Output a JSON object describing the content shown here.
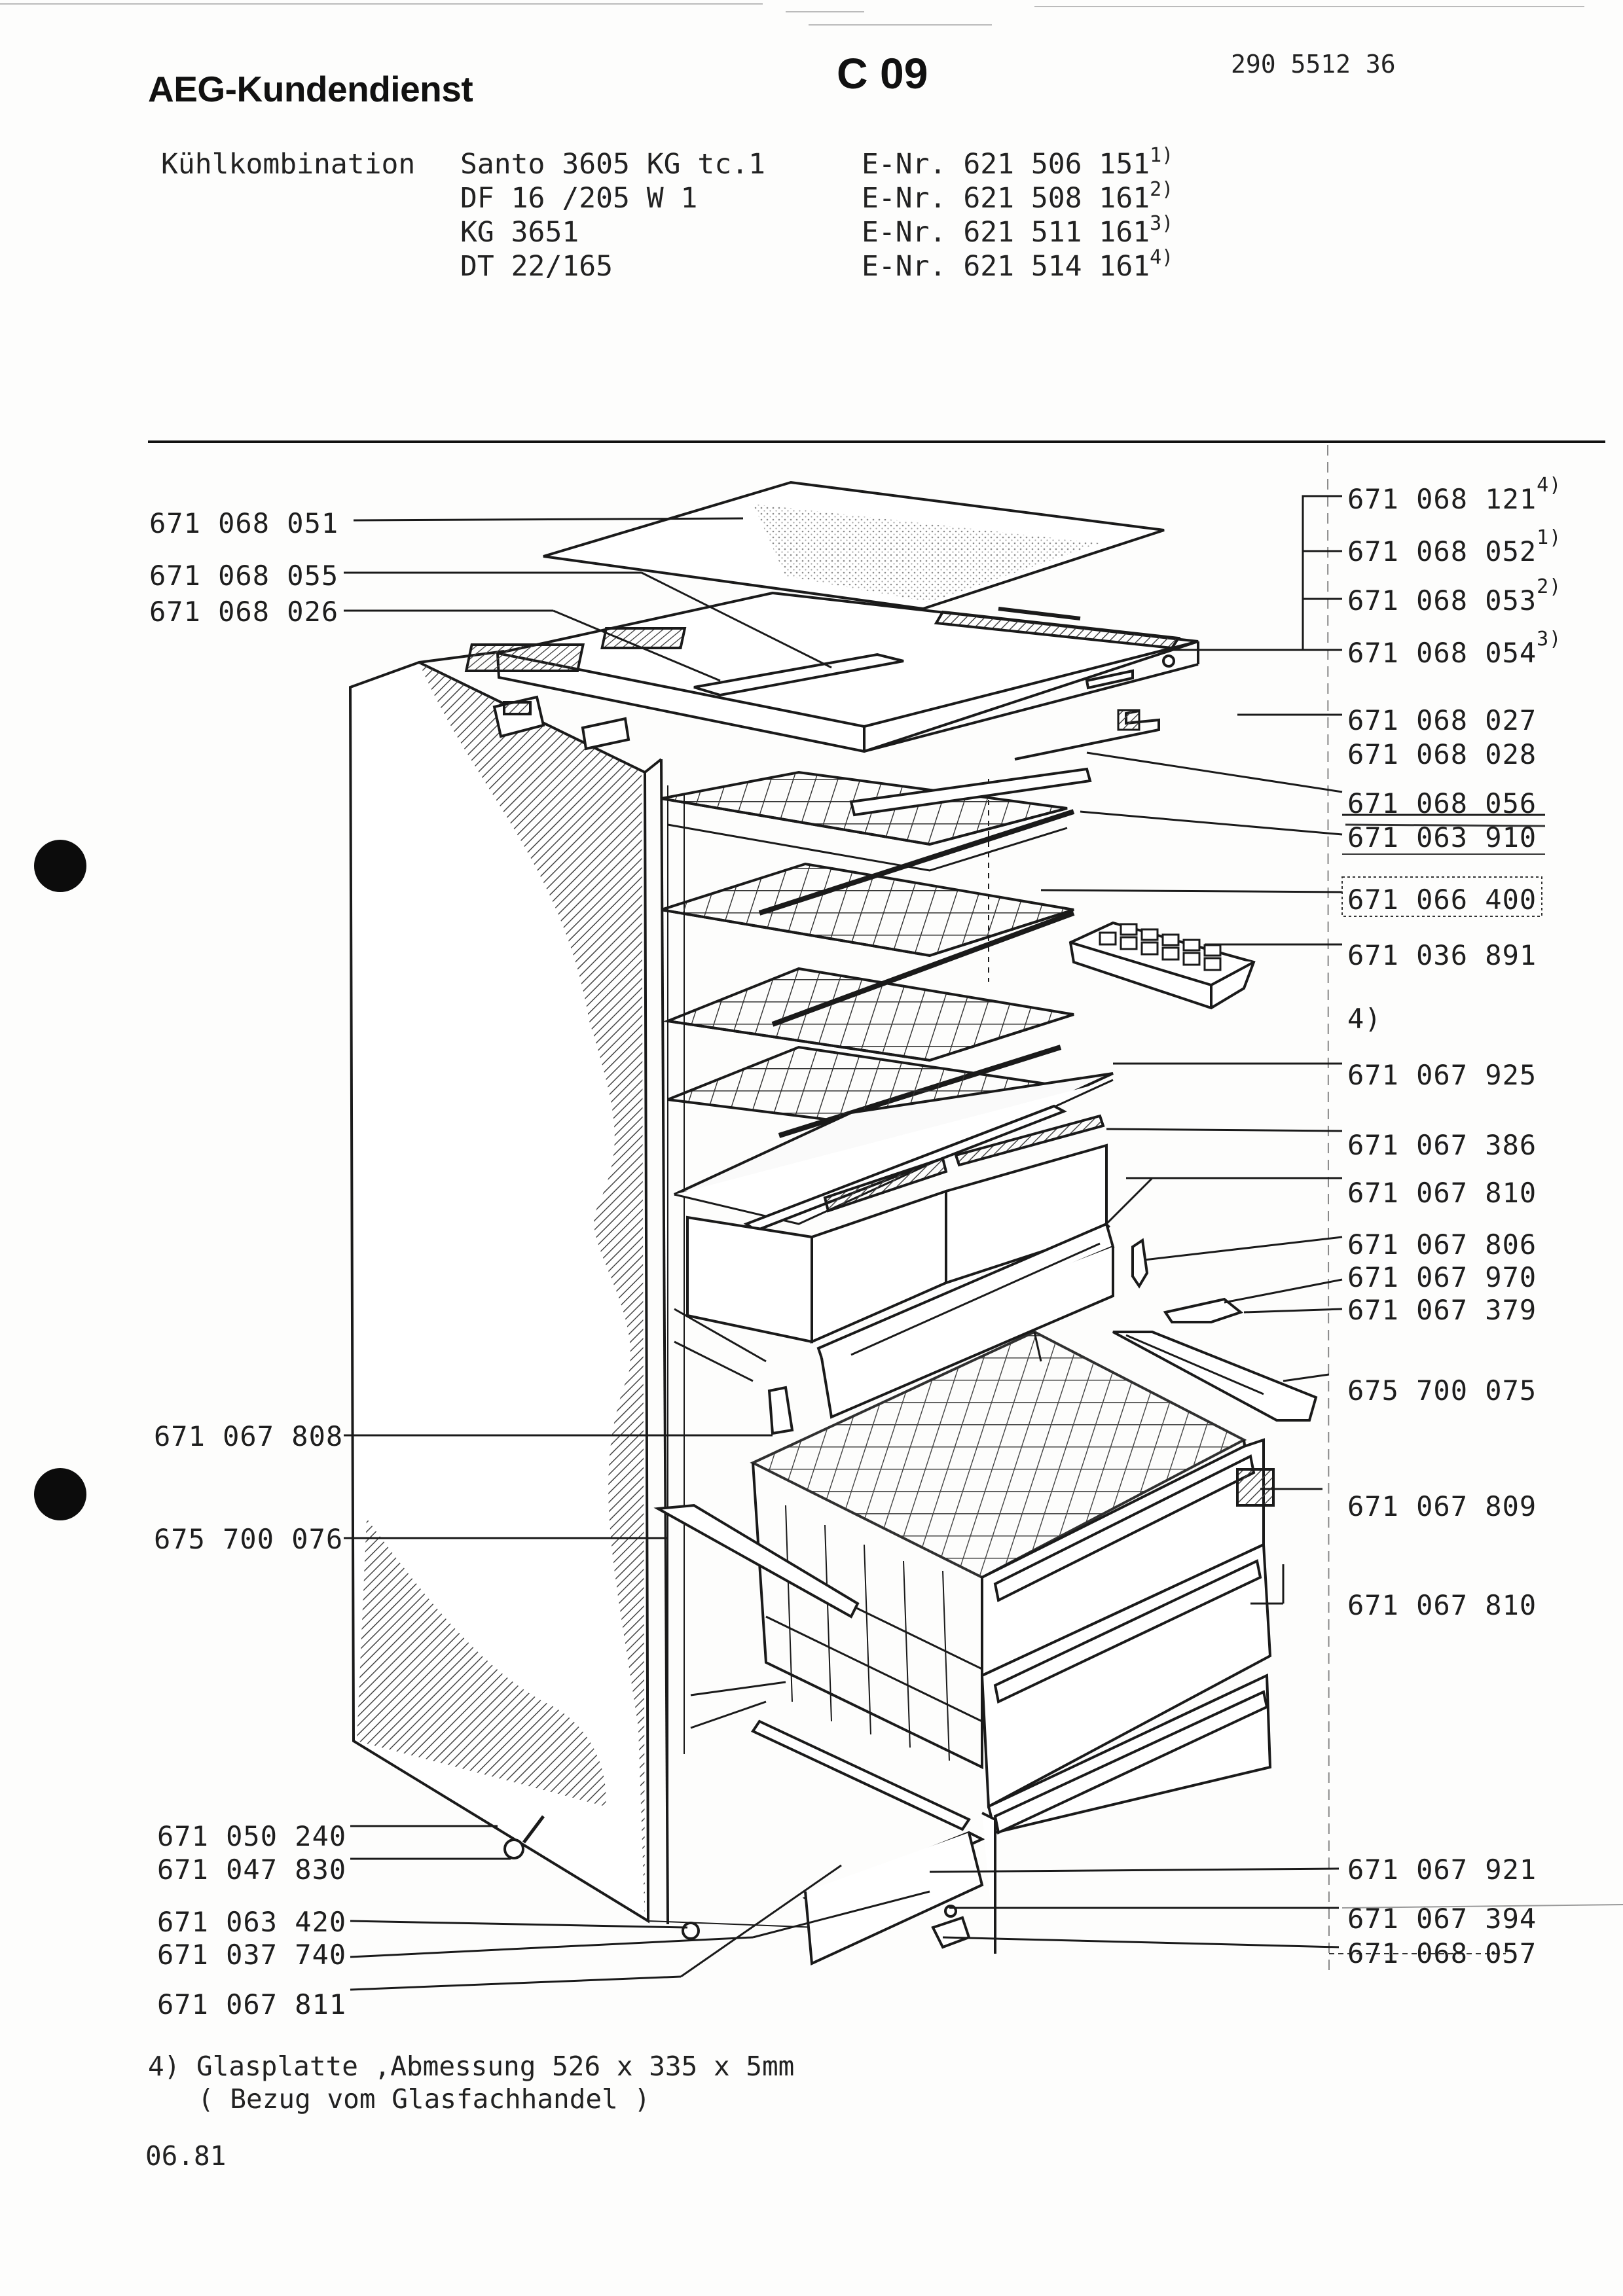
{
  "header": {
    "brand": "AEG-Kundendienst",
    "section_code": "C 09",
    "document_number": "290 5512 36"
  },
  "appliance": {
    "type": "Kühlkombination",
    "models": [
      {
        "model": "Santo  3605 KG tc.1",
        "enr": "E-Nr. 621 506 151",
        "note": "1)"
      },
      {
        "model": "DF  16 /205 W 1",
        "enr": "E-Nr. 621 508 161",
        "note": "2)"
      },
      {
        "model": "KG  3651",
        "enr": "E-Nr. 621 511 161",
        "note": "3)"
      },
      {
        "model": "DT 22/165",
        "enr": "E-Nr. 621 514 161",
        "note": "4)"
      }
    ]
  },
  "diagram": {
    "parts_left": [
      {
        "number": "671 068 051"
      },
      {
        "number": "671 068 055"
      },
      {
        "number": "671 068 026"
      },
      {
        "number": "671 067 808"
      },
      {
        "number": "675 700 076"
      },
      {
        "number": "671 050 240"
      },
      {
        "number": "671 047 830"
      },
      {
        "number": "671 063 420"
      },
      {
        "number": "671 037 740"
      },
      {
        "number": "671 067 811"
      }
    ],
    "parts_right": [
      {
        "number": "671 068 121",
        "note": "4)"
      },
      {
        "number": "671 068 052",
        "note": "1)"
      },
      {
        "number": "671 068 053",
        "note": "2)"
      },
      {
        "number": "671 068 054",
        "note": "3)"
      },
      {
        "number": "671 068 027",
        "note": ""
      },
      {
        "number": "671 068 028",
        "note": ""
      },
      {
        "number": "671 068 056",
        "note": ""
      },
      {
        "number": "671 063 910",
        "note": ""
      },
      {
        "number": "671 066 400",
        "note": ""
      },
      {
        "number": "671 036 891",
        "note": ""
      },
      {
        "number": "",
        "note": "4)"
      },
      {
        "number": "671 067 925",
        "note": ""
      },
      {
        "number": "671 067 386",
        "note": ""
      },
      {
        "number": "671 067 810",
        "note": ""
      },
      {
        "number": "671 067 806",
        "note": ""
      },
      {
        "number": "671 067 970",
        "note": ""
      },
      {
        "number": "671 067 379",
        "note": ""
      },
      {
        "number": "675 700 075",
        "note": ""
      },
      {
        "number": "671 067 809",
        "note": ""
      },
      {
        "number": "671 067 810",
        "note": ""
      },
      {
        "number": "671 067 921",
        "note": ""
      },
      {
        "number": "671 067 394",
        "note": ""
      },
      {
        "number": "671 068 057",
        "note": ""
      }
    ]
  },
  "footnote": {
    "line1": "4) Glasplatte ,Abmessung 526 x 335 x 5mm",
    "line2": "( Bezug vom Glasfachhandel )"
  },
  "date": "06.81"
}
